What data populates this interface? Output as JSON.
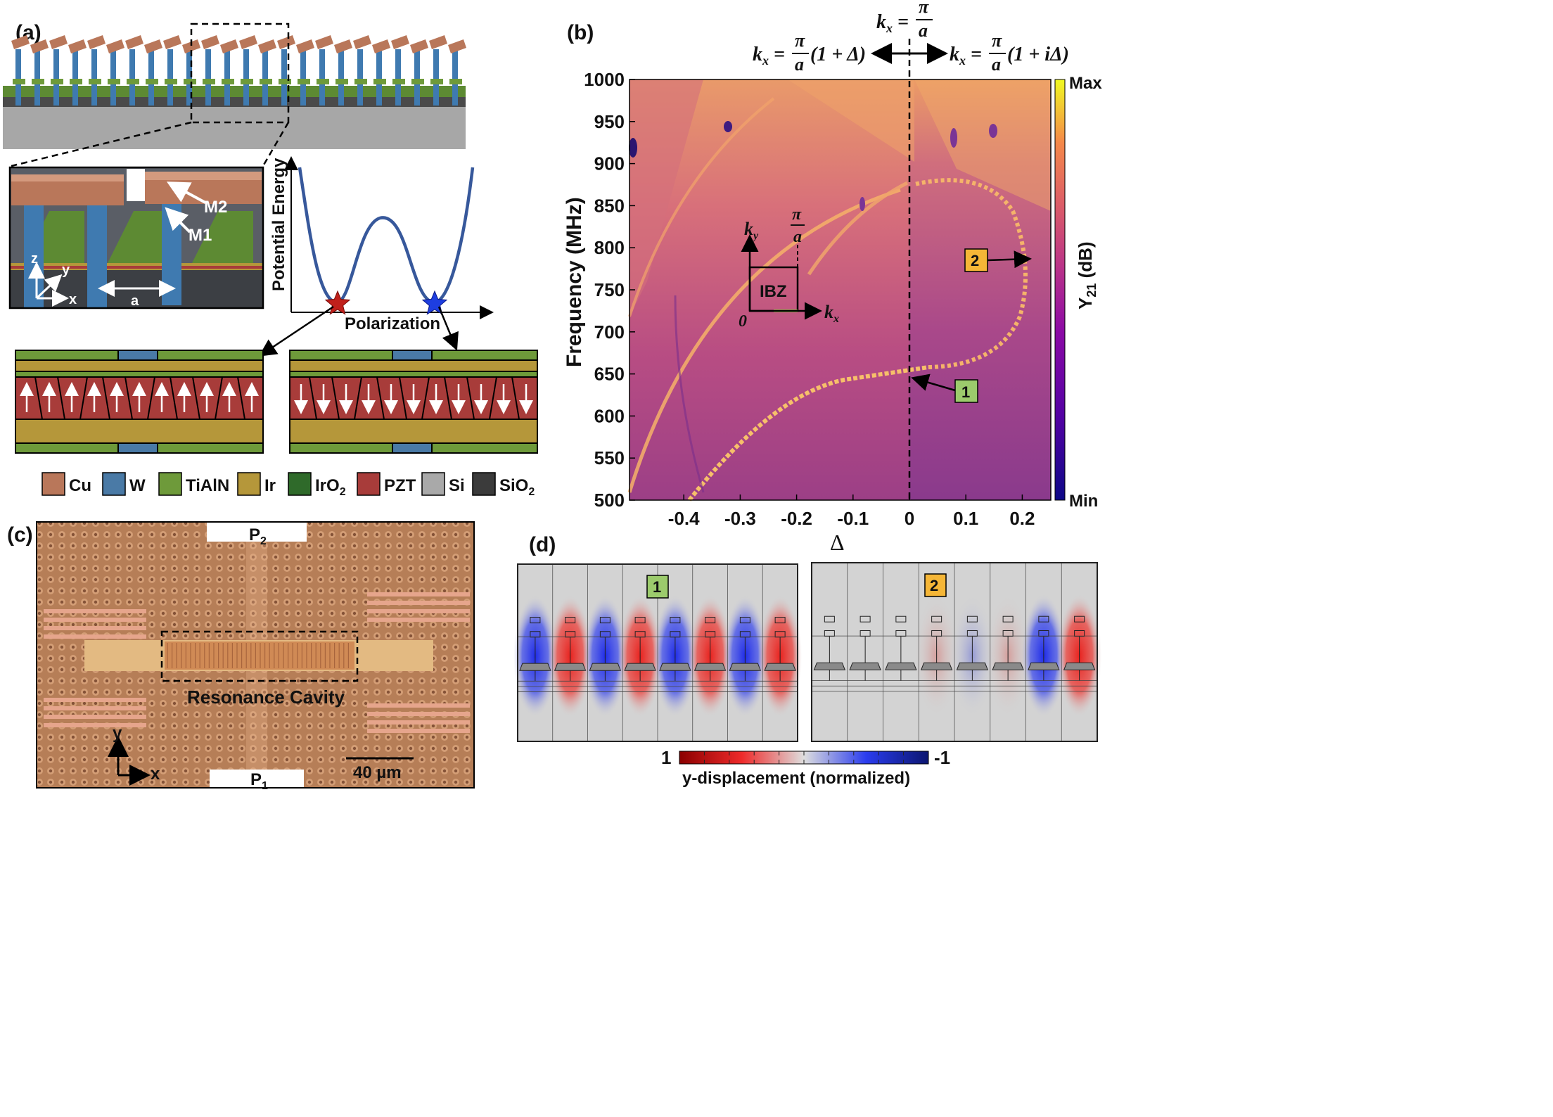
{
  "panels": {
    "a": "(a)",
    "b": "(b)",
    "c": "(c)",
    "d": "(d)"
  },
  "panel_a": {
    "zoom_labels": {
      "m2": "M2",
      "m1": "M1",
      "z": "z",
      "y": "y",
      "x": "x",
      "a": "a"
    },
    "energy_plot": {
      "ylabel": "Potential Energy",
      "xlabel": "Polarization"
    },
    "legend": [
      {
        "label": "Cu",
        "color": "#b9775a"
      },
      {
        "label": "W",
        "color": "#4a7aa6"
      },
      {
        "label": "TiAlN",
        "color": "#6e9a3a"
      },
      {
        "label": "Ir",
        "color": "#b5973a"
      },
      {
        "label": "IrO",
        "sub": "2",
        "color": "#2f6a2a"
      },
      {
        "label": "PZT",
        "color": "#a83c3a"
      },
      {
        "label": "Si",
        "color": "#a9a9a9"
      },
      {
        "label": "SiO",
        "sub": "2",
        "color": "#3b3b3b"
      }
    ]
  },
  "panel_b": {
    "ylabel": "Frequency (MHz)",
    "xlabel": "Δ",
    "yticks": [
      "1000",
      "950",
      "900",
      "850",
      "800",
      "750",
      "700",
      "650",
      "600",
      "550",
      "500"
    ],
    "xticks": [
      "-0.4",
      "-0.3",
      "-0.2",
      "-0.1",
      "0",
      "0.1",
      "0.2"
    ],
    "colorbar": {
      "max": "Max",
      "min": "Min",
      "label_main": "Y",
      "label_sub": "21",
      "label_unit": " (dB)"
    },
    "top": {
      "kx": "k",
      "x": "x",
      "eq": " = ",
      "pi": "π",
      "a": "a",
      "left_tail": "(1 + Δ)",
      "right_tail": "(1 + iΔ)"
    },
    "inset": {
      "ibz": "IBZ",
      "ky": "k",
      "ky_sub": "y",
      "kx": "k",
      "kx_sub": "x",
      "zero": "0",
      "pi": "π",
      "a": "a"
    },
    "markers": [
      {
        "label": "1",
        "color": "#9ccb6c"
      },
      {
        "label": "2",
        "color": "#f5b637"
      }
    ]
  },
  "panel_c": {
    "p2": "P",
    "p2_sub": "2",
    "p1": "P",
    "p1_sub": "1",
    "cavity": "Resonance Cavity",
    "scalebar": "40 µm",
    "axis_y": "y",
    "axis_x": "x"
  },
  "panel_d": {
    "mode1": "1",
    "mode2": "2",
    "colorbar": {
      "max": "1",
      "min": "-1",
      "label": "y-displacement (normalized)"
    }
  }
}
